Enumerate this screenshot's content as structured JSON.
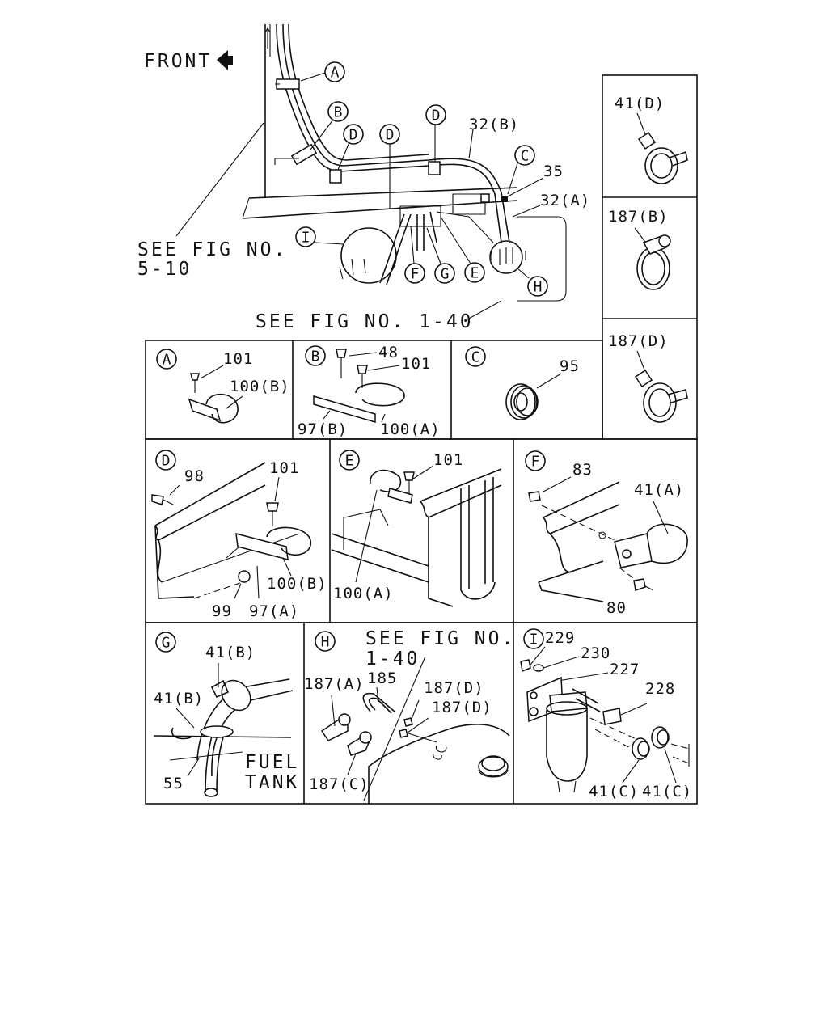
{
  "main": {
    "front": "FRONT",
    "see_fig_5_10_line1": "SEE FIG NO.",
    "see_fig_5_10_line2": "5-10",
    "see_fig_1_40": "SEE FIG NO. 1-40",
    "callouts": [
      "A",
      "B",
      "D",
      "D",
      "C",
      "I",
      "F",
      "G",
      "E",
      "H"
    ],
    "labels": [
      "32(B)",
      "35",
      "32(A)"
    ]
  },
  "side_panels": [
    {
      "label": "41(D)"
    },
    {
      "label": "187(B)"
    },
    {
      "label": "187(D)"
    }
  ],
  "panel_a": {
    "letter": "A",
    "labels": [
      "101",
      "100(B)"
    ]
  },
  "panel_b": {
    "letter": "B",
    "labels": [
      "48",
      "101",
      "97(B)",
      "100(A)"
    ]
  },
  "panel_c": {
    "letter": "C",
    "labels": [
      "95"
    ]
  },
  "panel_d": {
    "letter": "D",
    "labels": [
      "98",
      "101",
      "100(B)",
      "99",
      "97(A)"
    ]
  },
  "panel_e": {
    "letter": "E",
    "labels": [
      "101",
      "100(A)"
    ]
  },
  "panel_f": {
    "letter": "F",
    "labels": [
      "83",
      "41(A)",
      "80"
    ]
  },
  "panel_g": {
    "letter": "G",
    "labels": [
      "41(B)",
      "41(B)",
      "55"
    ],
    "fuel_line1": "FUEL",
    "fuel_line2": "TANK"
  },
  "panel_h": {
    "letter": "H",
    "see_line1": "SEE FIG NO.",
    "see_line2": "1-40",
    "labels": [
      "187(A)",
      "185",
      "187(D)",
      "187(D)",
      "187(C)"
    ]
  },
  "panel_i": {
    "letter": "I",
    "labels": [
      "229",
      "230",
      "227",
      "228",
      "41(C)",
      "41(C)"
    ]
  }
}
